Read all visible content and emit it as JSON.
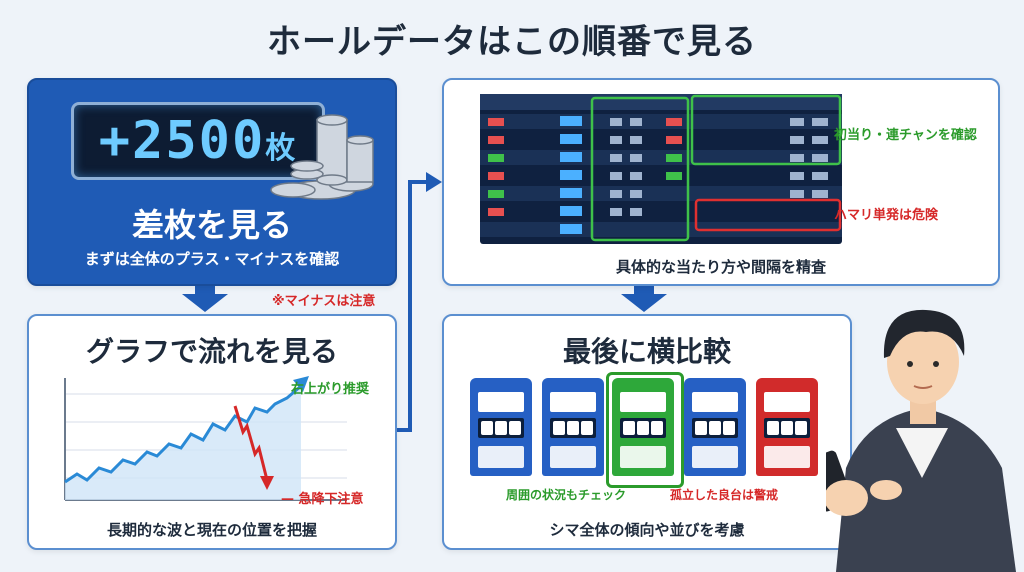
{
  "title": "ホールデータはこの順番で見る",
  "step1": {
    "counter_value": "+2500",
    "counter_unit": "枚",
    "heading": "差枚を見る",
    "subtitle": "まずは全体のプラス・マイナスを確認",
    "note": "※マイナスは注意"
  },
  "step2": {
    "heading": "グラフで流れを見る",
    "label_up": "右上がり推奨",
    "label_down": "— 急降下注意",
    "subtitle": "長期的な波と現在の位置を把握"
  },
  "step3": {
    "label_green": "初当り・連チャンを確認",
    "label_red": "ハマリ単発は危険",
    "subtitle": "具体的な当たり方や間隔を精査"
  },
  "step4": {
    "heading": "最後に横比較",
    "label_green": "周囲の状況もチェック",
    "label_red": "孤立した良台は警戒",
    "subtitle": "シマ全体の傾向や並びを考慮"
  },
  "colors": {
    "blue": "#1f5bb5",
    "green": "#2b9b2b",
    "red": "#d62828",
    "dark": "#1e2b3c"
  }
}
